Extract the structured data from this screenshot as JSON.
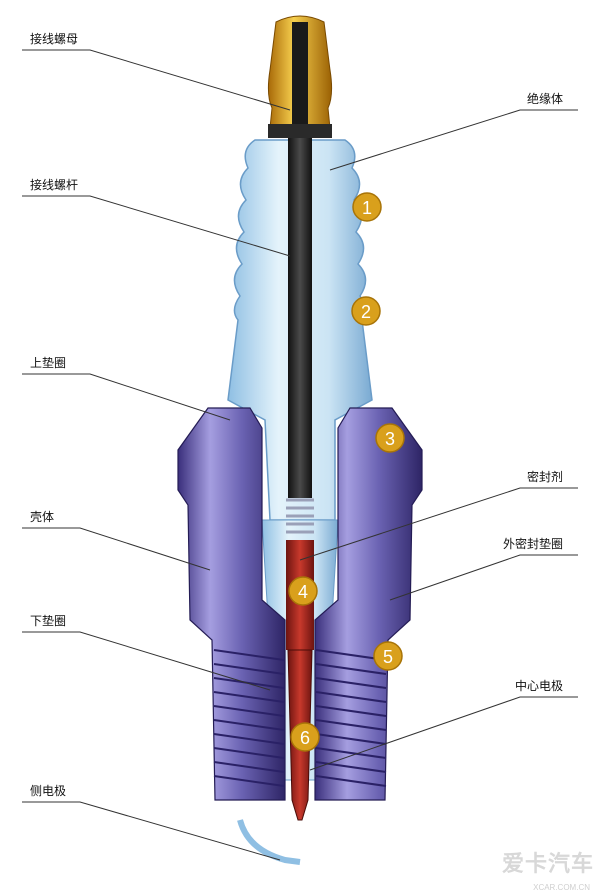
{
  "labels": {
    "terminal_nut": "接线螺母",
    "terminal_stud": "接线螺杆",
    "upper_gasket": "上垫圈",
    "shell": "壳体",
    "lower_gasket": "下垫圈",
    "side_electrode": "侧电极",
    "insulator": "绝缘体",
    "sealant": "密封剂",
    "outer_seal_gasket": "外密封垫圈",
    "center_electrode": "中心电极"
  },
  "markers": [
    "1",
    "2",
    "3",
    "4",
    "5",
    "6"
  ],
  "watermark": {
    "brand": "爱卡汽车",
    "site": "XCAR.COM.CN"
  },
  "colors": {
    "insulator": "#cfe6f5",
    "insulator_edge": "#7fb0d8",
    "shell": "#6a62b2",
    "shell_dark": "#3b2f7a",
    "nut": "#e2a21a",
    "stud": "#2a2a2a",
    "sealant": "#b02a20",
    "marker": "#d9a01c"
  }
}
